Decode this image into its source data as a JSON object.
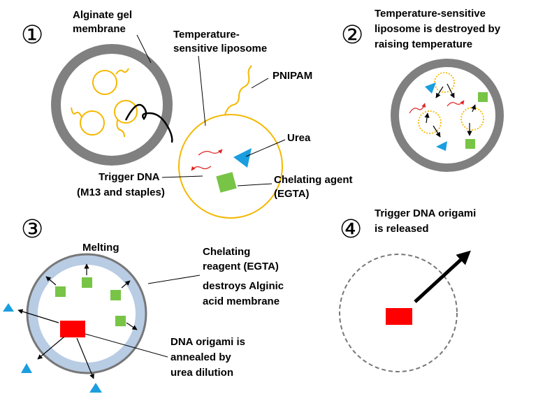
{
  "steps": {
    "one": "①",
    "two": "②",
    "three": "③",
    "four": "④"
  },
  "labels": {
    "alginate_1": "Alginate gel",
    "alginate_2": "membrane",
    "liposome_1": "Temperature-",
    "liposome_2": "sensitive liposome",
    "pnipam": "PNIPAM",
    "urea": "Urea",
    "trigger_1": "Trigger DNA",
    "trigger_2": "(M13 and staples)",
    "chelating_1": "Chelating agent",
    "chelating_2": "(EGTA)",
    "step2_1": "Temperature-sensitive",
    "step2_2": "liposome  is destroyed by",
    "step2_3": "raising temperature",
    "melting": "Melting",
    "reagent_1": "Chelating",
    "reagent_2": "reagent (EGTA)",
    "reagent_3": "destroys Alginic",
    "reagent_4": "acid membrane",
    "origami_1": "DNA origami is",
    "origami_2": "annealed by",
    "origami_3": "urea dilution",
    "released_1": "Trigger DNA origami",
    "released_2": "is released"
  },
  "colors": {
    "gel_ring": "#808080",
    "liposome": "#f5b800",
    "urea": "#1a9ee0",
    "chelator": "#78c446",
    "origami": "#ff0000",
    "trigger_dna": "#e02020",
    "melting_fill": "#b8cce4"
  }
}
